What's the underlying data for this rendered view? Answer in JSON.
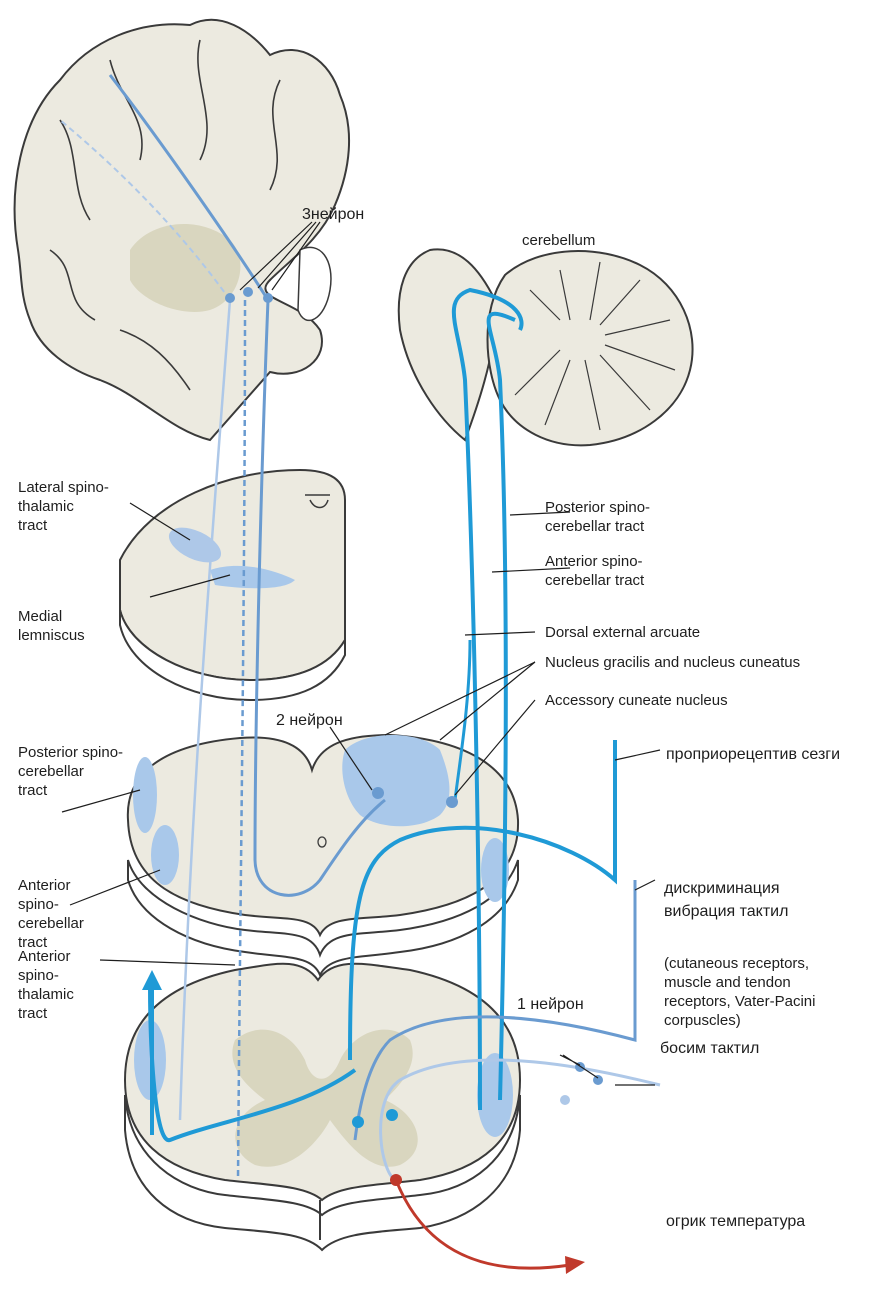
{
  "labels": {
    "neuron3": "3нейрон",
    "cerebellum": "cerebellum",
    "lateral_spinothalamic": [
      "Lateral spino-",
      "thalamic",
      "tract"
    ],
    "medial_lemniscus": [
      "Medial",
      "lemniscus"
    ],
    "posterior_spinocerebellar_right": [
      "Posterior spino-",
      "cerebellar tract"
    ],
    "anterior_spinocerebellar_right": [
      "Anterior spino-",
      "cerebellar tract"
    ],
    "dorsal_external_arcuate": "Dorsal external arcuate",
    "nucleus_gracilis_cuneatus": "Nucleus gracilis and nucleus cuneatus",
    "accessory_cuneate": "Accessory cuneate nucleus",
    "neuron2": "2 нейрон",
    "posterior_spinocerebellar_left": [
      "Posterior spino-",
      "cerebellar",
      "tract"
    ],
    "proprioceptive": "проприорецептив сезги",
    "discrimination": [
      "дискриминация",
      "вибрация тактил"
    ],
    "anterior_spinocerebellar_left": [
      "Anterior",
      "spino-",
      "cerebellar",
      "tract"
    ],
    "receptors_note": [
      "(cutaneous receptors,",
      "muscle and tendon",
      "receptors, Vater-Pacini",
      "corpuscles)"
    ],
    "anterior_spinothalamic": [
      "Anterior",
      "spino-",
      "thalamic",
      "tract"
    ],
    "neuron1": "1 нейрон",
    "pressure": "босим тактил",
    "pain_temperature": "огрик температура"
  },
  "colors": {
    "tissue": "#eceae0",
    "gray_matter": "#d9d6bf",
    "outline": "#3a3a3a",
    "tract_dark": "#1f9ad6",
    "tract_mid": "#6a9bd0",
    "tract_light": "#aec8e8",
    "region_fill": "#a9c8ea",
    "motor_efferent": "#c0392b"
  }
}
